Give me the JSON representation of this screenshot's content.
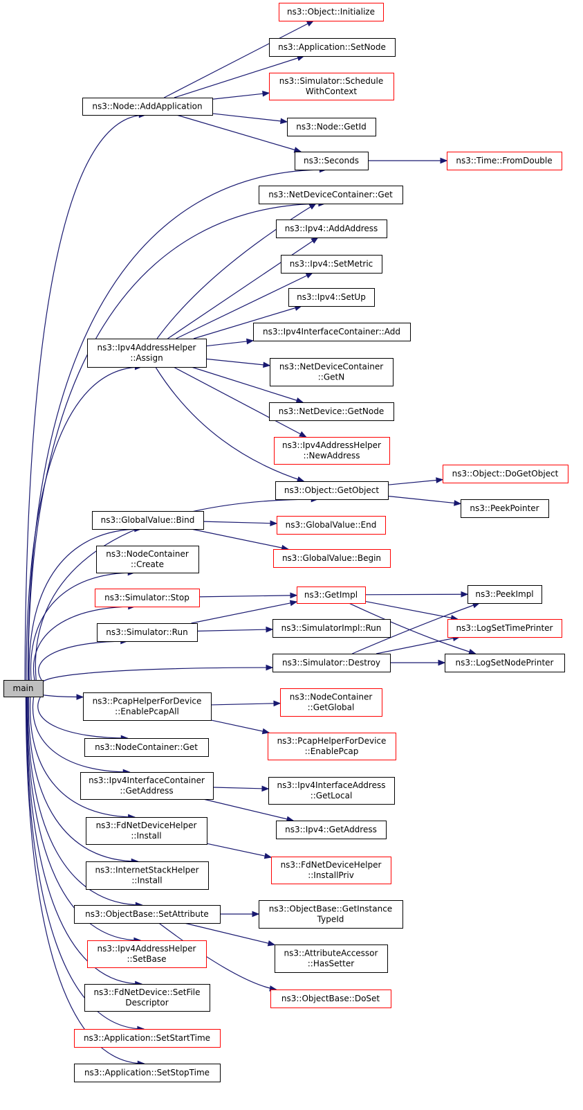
{
  "colors": {
    "edge": "#191970",
    "border_normal": "#000000",
    "border_truncated": "#ff0000",
    "root_fill": "#bfbfbf",
    "node_fill": "#ffffff"
  },
  "nodes": [
    {
      "id": "main",
      "lines": [
        "main"
      ],
      "kind": "root"
    },
    {
      "id": "node_addapp",
      "lines": [
        "ns3::Node::AddApplication"
      ],
      "kind": "normal"
    },
    {
      "id": "obj_init",
      "lines": [
        "ns3::Object::Initialize"
      ],
      "kind": "truncated"
    },
    {
      "id": "app_setnode",
      "lines": [
        "ns3::Application::SetNode"
      ],
      "kind": "normal"
    },
    {
      "id": "sim_schedctx",
      "lines": [
        "ns3::Simulator::Schedule",
        "WithContext"
      ],
      "kind": "truncated"
    },
    {
      "id": "node_getid",
      "lines": [
        "ns3::Node::GetId"
      ],
      "kind": "normal"
    },
    {
      "id": "seconds",
      "lines": [
        "ns3::Seconds"
      ],
      "kind": "normal"
    },
    {
      "id": "time_fromdouble",
      "lines": [
        "ns3::Time::FromDouble"
      ],
      "kind": "truncated"
    },
    {
      "id": "ndc_get",
      "lines": [
        "ns3::NetDeviceContainer::Get"
      ],
      "kind": "normal"
    },
    {
      "id": "ipv4_addaddr",
      "lines": [
        "ns3::Ipv4::AddAddress"
      ],
      "kind": "normal"
    },
    {
      "id": "ipv4_setmetric",
      "lines": [
        "ns3::Ipv4::SetMetric"
      ],
      "kind": "normal"
    },
    {
      "id": "ipv4_setup",
      "lines": [
        "ns3::Ipv4::SetUp"
      ],
      "kind": "normal"
    },
    {
      "id": "ipv4ic_add",
      "lines": [
        "ns3::Ipv4InterfaceContainer::Add"
      ],
      "kind": "normal"
    },
    {
      "id": "ipv4ah_assign",
      "lines": [
        "ns3::Ipv4AddressHelper",
        "::Assign"
      ],
      "kind": "normal"
    },
    {
      "id": "ndc_getn",
      "lines": [
        "ns3::NetDeviceContainer",
        "::GetN"
      ],
      "kind": "normal"
    },
    {
      "id": "nd_getnode",
      "lines": [
        "ns3::NetDevice::GetNode"
      ],
      "kind": "normal"
    },
    {
      "id": "ipv4ah_newaddr",
      "lines": [
        "ns3::Ipv4AddressHelper",
        "::NewAddress"
      ],
      "kind": "truncated"
    },
    {
      "id": "obj_getobject",
      "lines": [
        "ns3::Object::GetObject"
      ],
      "kind": "normal"
    },
    {
      "id": "obj_dogetobject",
      "lines": [
        "ns3::Object::DoGetObject"
      ],
      "kind": "truncated"
    },
    {
      "id": "peekpointer",
      "lines": [
        "ns3::PeekPointer"
      ],
      "kind": "normal"
    },
    {
      "id": "gv_bind",
      "lines": [
        "ns3::GlobalValue::Bind"
      ],
      "kind": "normal"
    },
    {
      "id": "gv_end",
      "lines": [
        "ns3::GlobalValue::End"
      ],
      "kind": "truncated"
    },
    {
      "id": "gv_begin",
      "lines": [
        "ns3::GlobalValue::Begin"
      ],
      "kind": "truncated"
    },
    {
      "id": "nc_create",
      "lines": [
        "ns3::NodeContainer",
        "::Create"
      ],
      "kind": "normal"
    },
    {
      "id": "sim_stop",
      "lines": [
        "ns3::Simulator::Stop"
      ],
      "kind": "truncated"
    },
    {
      "id": "getimpl",
      "lines": [
        "ns3::GetImpl"
      ],
      "kind": "truncated"
    },
    {
      "id": "peekimpl",
      "lines": [
        "ns3::PeekImpl"
      ],
      "kind": "normal"
    },
    {
      "id": "sim_run",
      "lines": [
        "ns3::Simulator::Run"
      ],
      "kind": "normal"
    },
    {
      "id": "simimpl_run",
      "lines": [
        "ns3::SimulatorImpl::Run"
      ],
      "kind": "normal"
    },
    {
      "id": "logsettimeprinter",
      "lines": [
        "ns3::LogSetTimePrinter"
      ],
      "kind": "truncated"
    },
    {
      "id": "sim_destroy",
      "lines": [
        "ns3::Simulator::Destroy"
      ],
      "kind": "normal"
    },
    {
      "id": "logsetnodeprinter",
      "lines": [
        "ns3::LogSetNodePrinter"
      ],
      "kind": "normal"
    },
    {
      "id": "phfd_enableall",
      "lines": [
        "ns3::PcapHelperForDevice",
        "::EnablePcapAll"
      ],
      "kind": "normal"
    },
    {
      "id": "nc_getglobal",
      "lines": [
        "ns3::NodeContainer",
        "::GetGlobal"
      ],
      "kind": "truncated"
    },
    {
      "id": "phfd_enable",
      "lines": [
        "ns3::PcapHelperForDevice",
        "::EnablePcap"
      ],
      "kind": "truncated"
    },
    {
      "id": "nc_get",
      "lines": [
        "ns3::NodeContainer::Get"
      ],
      "kind": "normal"
    },
    {
      "id": "ipv4ic_getaddr",
      "lines": [
        "ns3::Ipv4InterfaceContainer",
        "::GetAddress"
      ],
      "kind": "normal"
    },
    {
      "id": "ipv4ia_getlocal",
      "lines": [
        "ns3::Ipv4InterfaceAddress",
        "::GetLocal"
      ],
      "kind": "normal"
    },
    {
      "id": "ipv4_getaddr",
      "lines": [
        "ns3::Ipv4::GetAddress"
      ],
      "kind": "normal"
    },
    {
      "id": "fdndh_install",
      "lines": [
        "ns3::FdNetDeviceHelper",
        "::Install"
      ],
      "kind": "normal"
    },
    {
      "id": "fdndh_installpriv",
      "lines": [
        "ns3::FdNetDeviceHelper",
        "::InstallPriv"
      ],
      "kind": "truncated"
    },
    {
      "id": "ish_install",
      "lines": [
        "ns3::InternetStackHelper",
        "::Install"
      ],
      "kind": "normal"
    },
    {
      "id": "ob_setattr",
      "lines": [
        "ns3::ObjectBase::SetAttribute"
      ],
      "kind": "normal"
    },
    {
      "id": "ob_getinstancetypeid",
      "lines": [
        "ns3::ObjectBase::GetInstance",
        "TypeId"
      ],
      "kind": "normal"
    },
    {
      "id": "aa_hassetter",
      "lines": [
        "ns3::AttributeAccessor",
        "::HasSetter"
      ],
      "kind": "normal"
    },
    {
      "id": "ipv4ah_setbase",
      "lines": [
        "ns3::Ipv4AddressHelper",
        "::SetBase"
      ],
      "kind": "truncated"
    },
    {
      "id": "ob_doset",
      "lines": [
        "ns3::ObjectBase::DoSet"
      ],
      "kind": "truncated"
    },
    {
      "id": "fdnd_setfiledesc",
      "lines": [
        "ns3::FdNetDevice::SetFile",
        "Descriptor"
      ],
      "kind": "normal"
    },
    {
      "id": "app_setstart",
      "lines": [
        "ns3::Application::SetStartTime"
      ],
      "kind": "truncated"
    },
    {
      "id": "app_setstop",
      "lines": [
        "ns3::Application::SetStopTime"
      ],
      "kind": "normal"
    }
  ],
  "edges": [
    [
      "main",
      "node_addapp"
    ],
    [
      "main",
      "seconds"
    ],
    [
      "main",
      "ndc_get"
    ],
    [
      "main",
      "ipv4ah_assign"
    ],
    [
      "main",
      "obj_getobject"
    ],
    [
      "main",
      "gv_bind"
    ],
    [
      "main",
      "nc_create"
    ],
    [
      "main",
      "sim_stop"
    ],
    [
      "main",
      "sim_run"
    ],
    [
      "main",
      "sim_destroy"
    ],
    [
      "main",
      "phfd_enableall"
    ],
    [
      "main",
      "nc_get"
    ],
    [
      "main",
      "ipv4ic_getaddr"
    ],
    [
      "main",
      "fdndh_install"
    ],
    [
      "main",
      "ish_install"
    ],
    [
      "main",
      "ob_setattr"
    ],
    [
      "main",
      "ipv4ah_setbase"
    ],
    [
      "main",
      "fdnd_setfiledesc"
    ],
    [
      "main",
      "app_setstart"
    ],
    [
      "main",
      "app_setstop"
    ],
    [
      "node_addapp",
      "obj_init"
    ],
    [
      "node_addapp",
      "app_setnode"
    ],
    [
      "node_addapp",
      "sim_schedctx"
    ],
    [
      "node_addapp",
      "node_getid"
    ],
    [
      "node_addapp",
      "seconds"
    ],
    [
      "seconds",
      "time_fromdouble"
    ],
    [
      "ipv4ah_assign",
      "ndc_get"
    ],
    [
      "ipv4ah_assign",
      "ipv4_addaddr"
    ],
    [
      "ipv4ah_assign",
      "ipv4_setmetric"
    ],
    [
      "ipv4ah_assign",
      "ipv4_setup"
    ],
    [
      "ipv4ah_assign",
      "ipv4ic_add"
    ],
    [
      "ipv4ah_assign",
      "ndc_getn"
    ],
    [
      "ipv4ah_assign",
      "nd_getnode"
    ],
    [
      "ipv4ah_assign",
      "ipv4ah_newaddr"
    ],
    [
      "ipv4ah_assign",
      "obj_getobject"
    ],
    [
      "obj_getobject",
      "obj_dogetobject"
    ],
    [
      "obj_getobject",
      "peekpointer"
    ],
    [
      "gv_bind",
      "gv_end"
    ],
    [
      "gv_bind",
      "gv_begin"
    ],
    [
      "sim_stop",
      "getimpl"
    ],
    [
      "sim_run",
      "getimpl"
    ],
    [
      "sim_run",
      "simimpl_run"
    ],
    [
      "getimpl",
      "peekimpl"
    ],
    [
      "getimpl",
      "logsettimeprinter"
    ],
    [
      "getimpl",
      "logsetnodeprinter"
    ],
    [
      "sim_destroy",
      "peekimpl"
    ],
    [
      "sim_destroy",
      "logsettimeprinter"
    ],
    [
      "sim_destroy",
      "logsetnodeprinter"
    ],
    [
      "phfd_enableall",
      "nc_getglobal"
    ],
    [
      "phfd_enableall",
      "phfd_enable"
    ],
    [
      "ipv4ic_getaddr",
      "ipv4ia_getlocal"
    ],
    [
      "ipv4ic_getaddr",
      "ipv4_getaddr"
    ],
    [
      "fdndh_install",
      "fdndh_installpriv"
    ],
    [
      "ob_setattr",
      "ob_getinstancetypeid"
    ],
    [
      "ob_setattr",
      "aa_hassetter"
    ],
    [
      "ob_setattr",
      "ob_doset"
    ]
  ]
}
